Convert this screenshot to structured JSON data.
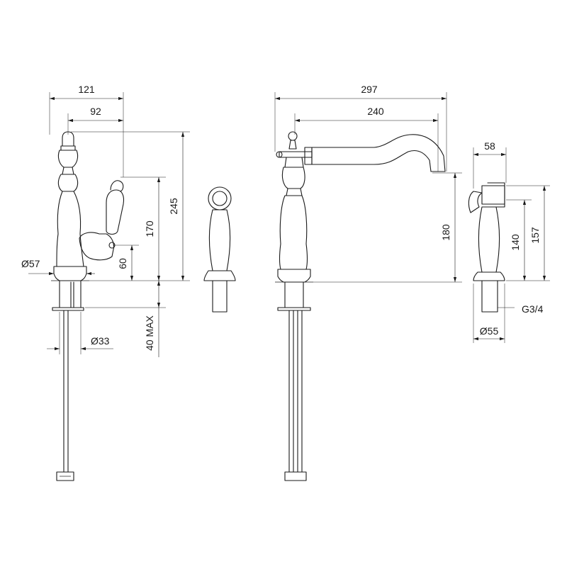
{
  "drawing_type": "technical drawing - kitchen mixer tap with hand shower",
  "dimensions": {
    "width_121": "121",
    "handle_92": "92",
    "height_245": "245",
    "height_170": "170",
    "height_60": "60",
    "base_dia_57": "Ø57",
    "shank_dia_33": "Ø33",
    "deck_40_max": "40 MAX",
    "reach_297": "297",
    "reach_240": "240",
    "spout_180": "180",
    "shower_58": "58",
    "shower_140": "140",
    "shower_157": "157",
    "thread_g34": "G3/4",
    "shower_base_dia_55": "Ø55"
  }
}
